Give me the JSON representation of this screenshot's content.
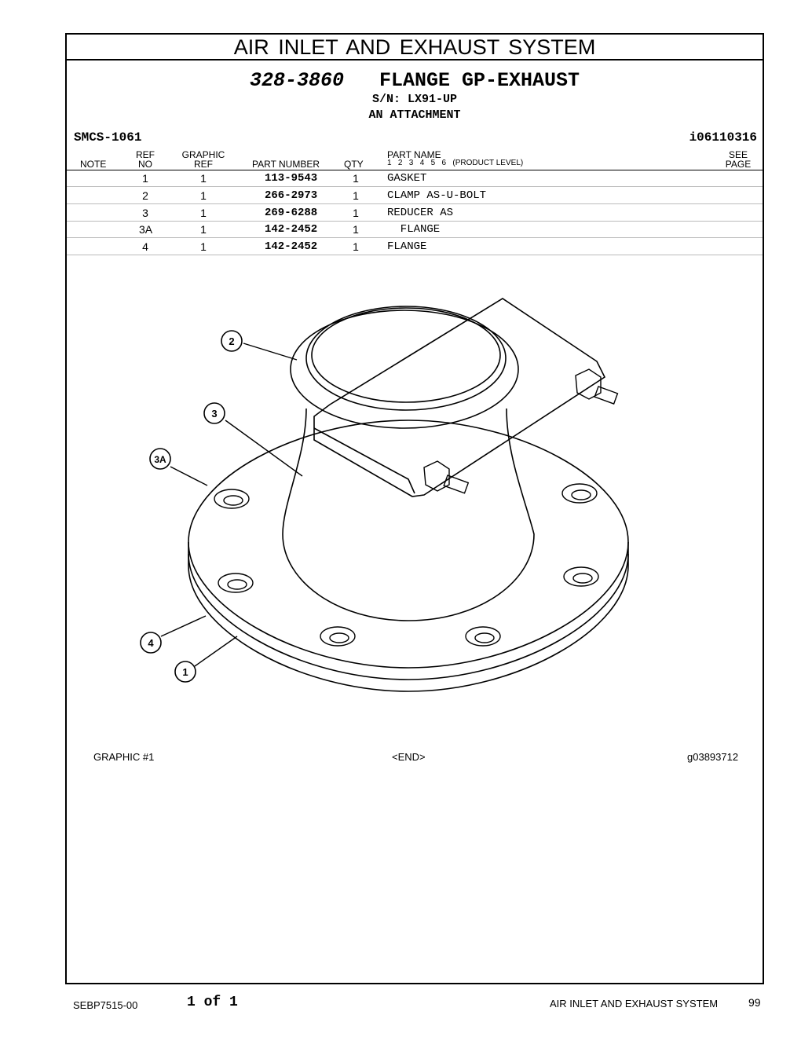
{
  "page": {
    "section_title": "AIR INLET AND EXHAUST SYSTEM",
    "part_number": "328-3860",
    "part_name": "FLANGE GP-EXHAUST",
    "serial": "S/N: LX91-UP",
    "attachment": "AN ATTACHMENT",
    "smcs": "SMCS-1061",
    "illustration_id": "i06110316"
  },
  "table": {
    "headers": {
      "note": "NOTE",
      "ref_top": "REF",
      "ref_bottom": "NO",
      "graphic_top": "GRAPHIC",
      "graphic_bottom": "REF",
      "part_number": "PART NUMBER",
      "qty": "QTY",
      "part_name": "PART NAME",
      "levels": "1   2   3   4   5   6   (PRODUCT LEVEL)",
      "see_top": "SEE",
      "see_bottom": "PAGE"
    },
    "rows": [
      {
        "ref": "1",
        "graphic": "1",
        "part_number": "113-9543",
        "qty": "1",
        "name": "GASKET"
      },
      {
        "ref": "2",
        "graphic": "1",
        "part_number": "266-2973",
        "qty": "1",
        "name": "CLAMP AS-U-BOLT"
      },
      {
        "ref": "3",
        "graphic": "1",
        "part_number": "269-6288",
        "qty": "1",
        "name": "REDUCER AS"
      },
      {
        "ref": "3A",
        "graphic": "1",
        "part_number": "142-2452",
        "qty": "1",
        "name": "  FLANGE"
      },
      {
        "ref": "4",
        "graphic": "1",
        "part_number": "142-2452",
        "qty": "1",
        "name": "FLANGE"
      }
    ]
  },
  "graphic": {
    "callouts": [
      "2",
      "3",
      "3A",
      "4",
      "1"
    ],
    "caption_left": "GRAPHIC #1",
    "caption_center": "<END>",
    "caption_right": "g03893712"
  },
  "footer": {
    "doc_number": "SEBP7515-00",
    "pages": "1 of 1",
    "section": "AIR INLET AND EXHAUST SYSTEM",
    "page_number": "99"
  }
}
